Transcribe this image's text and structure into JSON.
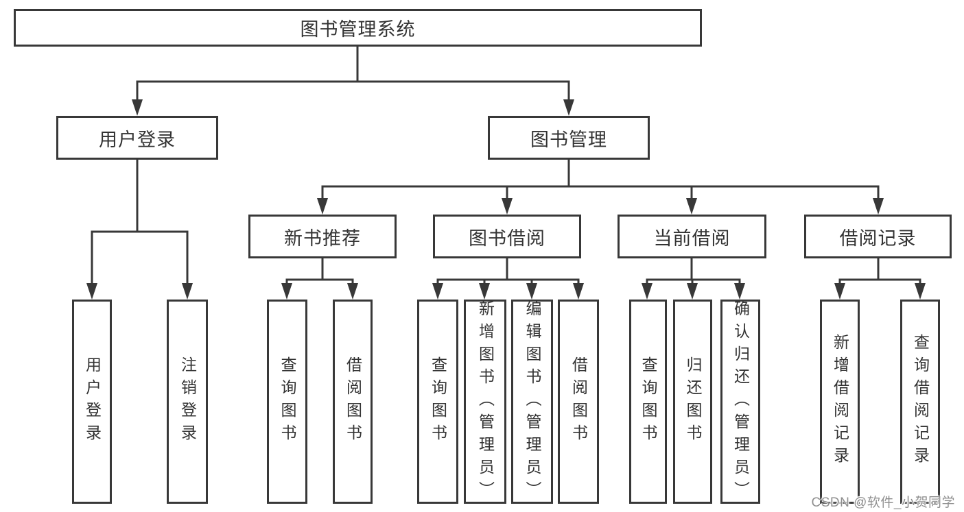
{
  "diagram": {
    "root_label": "图书管理系统",
    "branches": [
      {
        "label": "用户登录",
        "children": [
          "用户登录",
          "注销登录"
        ]
      },
      {
        "label": "图书管理",
        "sections": [
          {
            "label": "新书推荐",
            "children": [
              "查询图书",
              "借阅图书"
            ]
          },
          {
            "label": "图书借阅",
            "children": [
              "查询图书",
              "新增图书（管理员）",
              "编辑图书（管理员）",
              "借阅图书"
            ]
          },
          {
            "label": "当前借阅",
            "children": [
              "查询图书",
              "归还图书",
              "确认归还（管理员）"
            ]
          },
          {
            "label": "借阅记录",
            "children": [
              "新增借阅记录",
              "查询借阅记录"
            ]
          }
        ]
      }
    ]
  },
  "watermark": "CSDN @软件_小贺同学",
  "colors": {
    "line": "#383838",
    "box_border": "#383838",
    "text": "#333333",
    "watermark_text": "#8f8f8f",
    "background": "#ffffff"
  }
}
